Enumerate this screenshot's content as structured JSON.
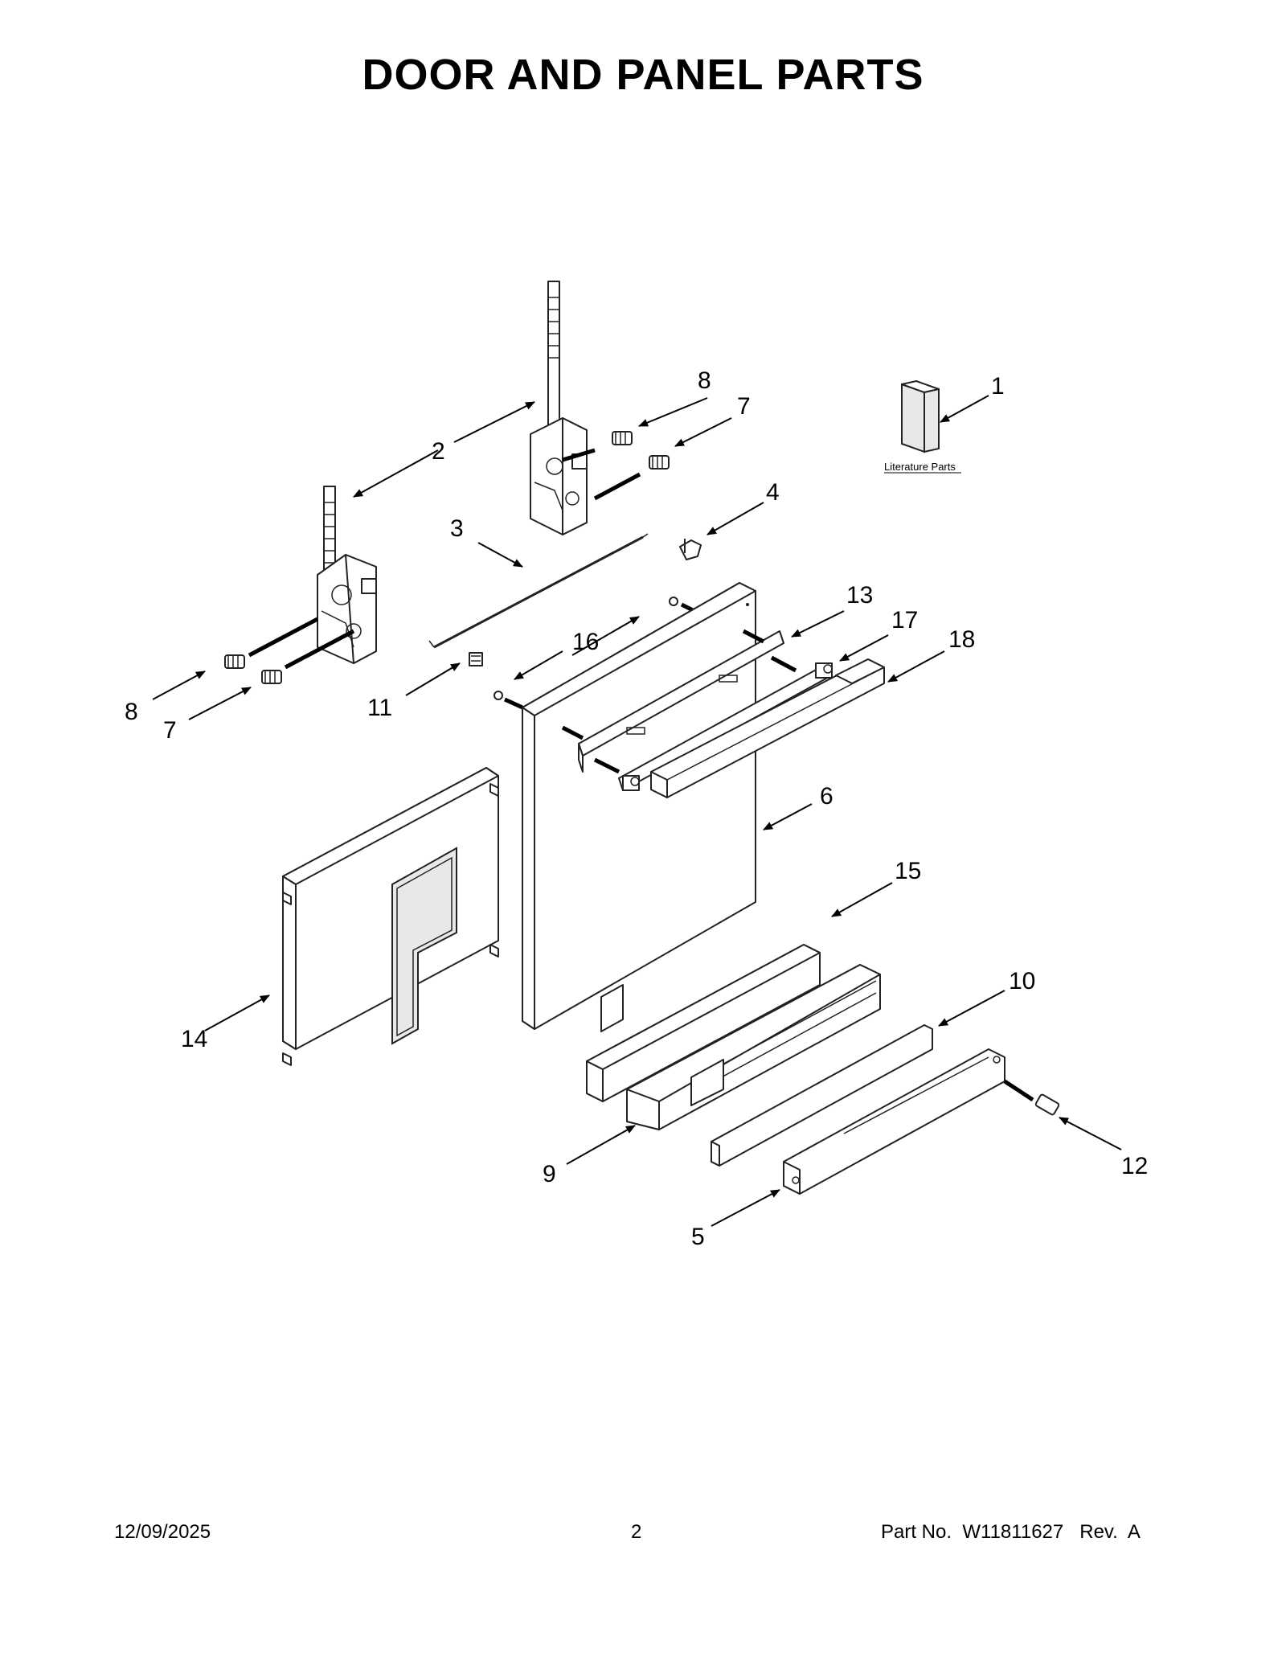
{
  "title": "DOOR AND PANEL PARTS",
  "literature_label": "Literature Parts",
  "callouts": {
    "c1": "1",
    "c2": "2",
    "c3": "3",
    "c4": "4",
    "c5": "5",
    "c6": "6",
    "c7a": "7",
    "c7b": "7",
    "c8a": "8",
    "c8b": "8",
    "c9": "9",
    "c10": "10",
    "c11": "11",
    "c12": "12",
    "c13": "13",
    "c14": "14",
    "c15": "15",
    "c16": "16",
    "c17": "17",
    "c18": "18"
  },
  "footer": {
    "date": "12/09/2025",
    "page": "2",
    "part_no": "Part No.  W11811627   Rev.  A"
  }
}
